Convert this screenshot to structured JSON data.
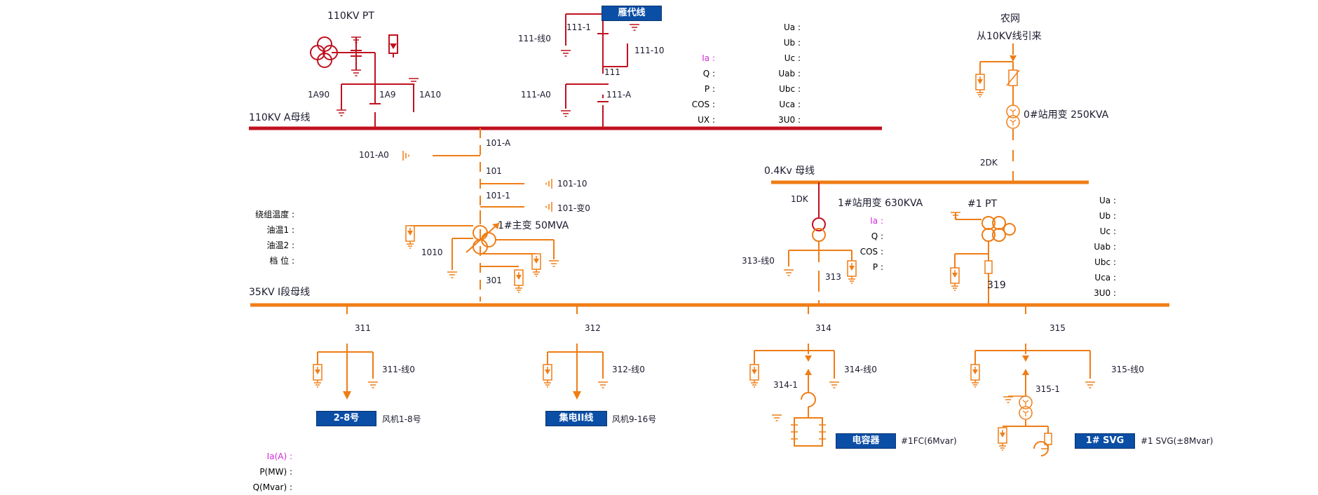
{
  "colors": {
    "red": "#c0111f",
    "orange": "#ef7d16",
    "text": "#1a1a2e",
    "magenta": "#d02ad8",
    "tag_bg": "#0b4ea6"
  },
  "buses": {
    "bus_110": "110KV A母线",
    "bus_04": "0.4Kv 母线",
    "bus_35": "35KV I段母线"
  },
  "pt110": {
    "title": "110KV PT",
    "sw1": "1A90",
    "sw2": "1A9",
    "sw3": "1A10"
  },
  "line111": {
    "name": "雁代线",
    "sw_111_1": "111-1",
    "sw_111_line0": "111-线0",
    "sw_111_10": "111-10",
    "sw_111": "111",
    "sw_111_A0": "111-A0",
    "sw_111_A": "111-A"
  },
  "readout_110_left": [
    "Ia :",
    "Q :",
    "P :",
    "COS :",
    "UX :"
  ],
  "readout_110_right": [
    "Ua :",
    "Ub :",
    "Uc :",
    "Uab :",
    "Ubc :",
    "Uca :",
    "3U0 :"
  ],
  "nongwang": {
    "line1": "农网",
    "line2": "从10KV线引来",
    "trafo0": "0#站用变 250KVA",
    "dk2": "2DK"
  },
  "main_trafo": {
    "sw_101_A": "101-A",
    "sw_101_A0": "101-A0",
    "sw_101": "101",
    "sw_101_10": "101-10",
    "sw_101_1": "101-1",
    "sw_101_bian0": "101-变0",
    "name": "1#主变 50MVA",
    "sw_1010": "1010",
    "sw_301": "301"
  },
  "temps": [
    "绕组温度 :",
    "油温1 :",
    "油温2 :",
    "档  位 :"
  ],
  "station_trafo1": {
    "dk1": "1DK",
    "name": "1#站用变 630KVA",
    "sw_313_line0": "313-线0",
    "sw_313": "313",
    "readout": [
      "Ia :",
      "Q :",
      "COS :",
      "P :"
    ]
  },
  "pt1": {
    "name": "#1 PT",
    "sw": "319",
    "readout": [
      "Ua :",
      "Ub :",
      "Uc :",
      "Uab :",
      "Ubc :",
      "Uca :",
      "3U0 :"
    ]
  },
  "feeders": {
    "f311": {
      "sw": "311",
      "earth": "311-线0",
      "tag": "2-8号",
      "desc": "风机1-8号"
    },
    "f312": {
      "sw": "312",
      "earth": "312-线0",
      "tag": "集电II线",
      "desc": "风机9-16号"
    },
    "f314": {
      "sw": "314",
      "earth": "314-线0",
      "sub": "314-1",
      "tag": "电容器",
      "desc": "#1FC(6Mvar)"
    },
    "f315": {
      "sw": "315",
      "earth": "315-线0",
      "sub": "315-1",
      "tag": "1# SVG",
      "desc": "#1 SVG(±8Mvar)"
    }
  },
  "bottom_readout": [
    "Ia(A) :",
    "P(MW) :",
    "Q(Mvar) :"
  ]
}
